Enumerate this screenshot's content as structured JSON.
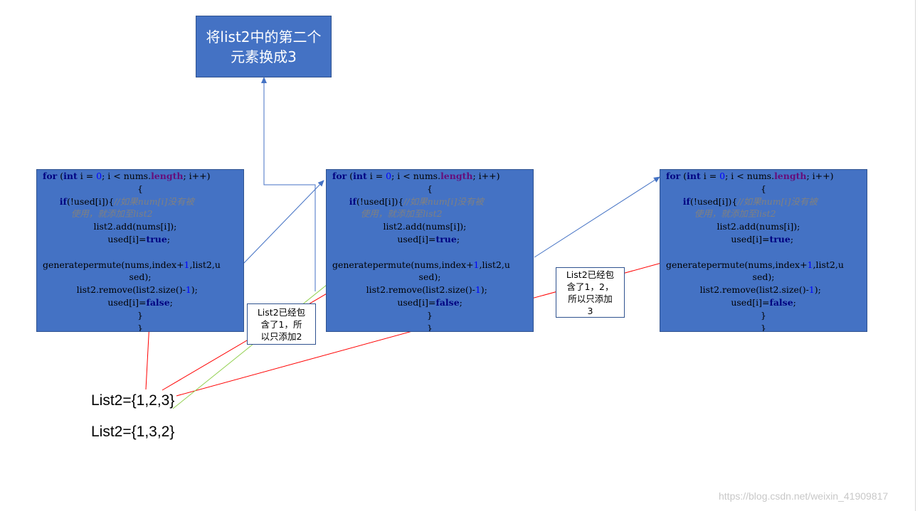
{
  "title_box": {
    "text": "将list2中的第二个元素换成3"
  },
  "code_lines": [
    {
      "align": "left",
      "indent": "  ",
      "parts": [
        {
          "t": "for",
          "c": "kw"
        },
        {
          "t": " ("
        },
        {
          "t": "int",
          "c": "kw"
        },
        {
          "t": " i = "
        },
        {
          "t": "0",
          "c": "num"
        },
        {
          "t": "; i < nums."
        },
        {
          "t": "length",
          "c": "fld"
        },
        {
          "t": "; i++)"
        }
      ]
    },
    {
      "align": "center",
      "parts": [
        {
          "t": "{"
        }
      ]
    },
    {
      "align": "left",
      "indent": "        ",
      "parts": [
        {
          "t": "if",
          "c": "kw"
        },
        {
          "t": "(!used[i]){"
        },
        {
          "t": "//如果num[i]没有被",
          "c": "cmt"
        }
      ]
    },
    {
      "align": "left",
      "indent": "            ",
      "parts": [
        {
          "t": "使用，就添加至list2",
          "c": "cmt"
        }
      ]
    },
    {
      "align": "left",
      "indent": "                    ",
      "parts": [
        {
          "t": "list2.add(nums[i]);"
        }
      ]
    },
    {
      "align": "left",
      "indent": "                         ",
      "parts": [
        {
          "t": "used[i]="
        },
        {
          "t": "true",
          "c": "kw"
        },
        {
          "t": ";"
        }
      ]
    },
    {
      "align": "left",
      "parts": [
        {
          "t": " "
        }
      ]
    },
    {
      "align": "left",
      "indent": "  ",
      "parts": [
        {
          "t": "generatepermute(nums,index+"
        },
        {
          "t": "1",
          "c": "num"
        },
        {
          "t": ",list2,u"
        }
      ]
    },
    {
      "align": "center",
      "parts": [
        {
          "t": "sed);"
        }
      ]
    },
    {
      "align": "left",
      "indent": "              ",
      "parts": [
        {
          "t": "list2.remove(list2.size()-"
        },
        {
          "t": "1",
          "c": "num"
        },
        {
          "t": ");"
        }
      ]
    },
    {
      "align": "left",
      "indent": "                         ",
      "parts": [
        {
          "t": "used[i]="
        },
        {
          "t": "false",
          "c": "kw"
        },
        {
          "t": ";"
        }
      ]
    },
    {
      "align": "center",
      "parts": [
        {
          "t": "}"
        }
      ]
    },
    {
      "align": "center",
      "parts": [
        {
          "t": "}"
        }
      ]
    }
  ],
  "notes": [
    {
      "lines": [
        "List2已经包",
        "含了1，所",
        "以只添加2"
      ]
    },
    {
      "lines": [
        "List2已经包",
        "含了1，2，",
        "所以只添加",
        "3"
      ]
    }
  ],
  "results": [
    "List2={1,2,3}",
    "List2={1,3,2}"
  ],
  "watermark": "https://blog.csdn.net/weixin_41909817",
  "colors": {
    "box_fill": "#4472c4",
    "box_border": "#2f528f",
    "arrow_blue": "#4472c4",
    "arrow_red": "#ff0000",
    "arrow_green": "#92d050"
  }
}
